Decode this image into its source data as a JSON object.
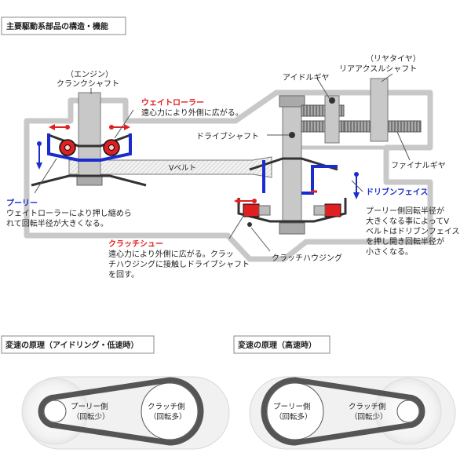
{
  "sections": {
    "structure_title": "主要駆動系部品の構造・機能",
    "idle_title": "変速の原理（アイドリング・低速時）",
    "high_title": "変速の原理（高速時）"
  },
  "labels": {
    "engine": "（エンジン）",
    "crankshaft": "クランクシャフト",
    "rear_tire": "（リヤタイヤ）",
    "rear_axle": "リアアクスルシャフト",
    "idle_gear": "アイドルギヤ",
    "drive_shaft": "ドライブシャフト",
    "final_gear": "ファイナルギヤ",
    "v_belt": "Vベルト",
    "clutch_housing": "クラッチハウジング"
  },
  "callouts": {
    "weight_roller_title": "ウェイトローラー",
    "weight_roller_desc": "遠心力により外側に広がる。",
    "pulley_title": "プーリー",
    "pulley_desc_1": "ウェイトローラーにより押し縮めら",
    "pulley_desc_2": "れて回転半径が大きくなる。",
    "clutch_shoe_title": "クラッチシュー",
    "clutch_shoe_desc_1": "遠心力により外側に広がる。クラッ",
    "clutch_shoe_desc_2": "チハウジングに接触しドライブシャフト",
    "clutch_shoe_desc_3": "を回す。",
    "driven_face_title": "ドリブンフェイス",
    "driven_desc_1": "プーリー側回転半径が",
    "driven_desc_2": "大きくなる事によってV",
    "driven_desc_3": "ベルトはドリブンフェイス",
    "driven_desc_4": "を押し開き回転半径が",
    "driven_desc_5": "小さくなる。"
  },
  "pulley_diagrams": {
    "idle": {
      "pulley_label_1": "プーリー側",
      "pulley_label_2": "（回転少）",
      "clutch_label_1": "クラッチ側",
      "clutch_label_2": "（回転多）"
    },
    "high": {
      "pulley_label_1": "プーリー側",
      "pulley_label_2": "（回転多）",
      "clutch_label_1": "クラッチ側",
      "clutch_label_2": "（回転少）"
    }
  },
  "colors": {
    "accent_red": "#e02020",
    "accent_blue": "#1a2ccc",
    "case_gray": "#c8c8c8",
    "part_gray": "#999999"
  }
}
